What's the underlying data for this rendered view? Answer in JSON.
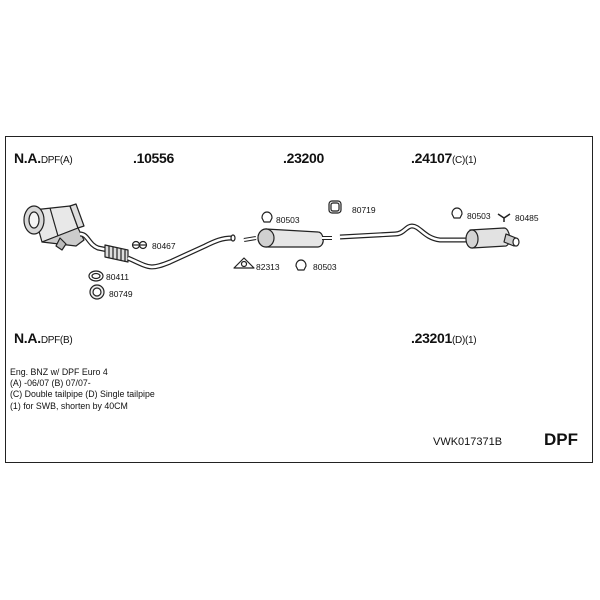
{
  "header": {
    "variant_a": {
      "code": "N.A.",
      "suffix": "DPF(A)"
    },
    "variant_b": {
      "code": "N.A.",
      "suffix": "DPF(B)"
    },
    "part_10556": ".10556",
    "part_23200": ".23200",
    "part_24107": {
      "code": ".24107",
      "suffix": "(C)(1)"
    },
    "part_23201": {
      "code": ".23201",
      "suffix": "(D)(1)"
    }
  },
  "labels": {
    "p80467": "80467",
    "p80411": "80411",
    "p80749": "80749",
    "p80503a": "80503",
    "p82313": "82313",
    "p80503b": "80503",
    "p80719": "80719",
    "p80503c": "80503",
    "p80485": "80485"
  },
  "notes": [
    "Eng. BNZ   w/ DPF   Euro 4",
    "(A) -06/07 (B) 07/07-",
    "(C) Double tailpipe (D) Single tailpipe",
    "(1) for SWB, shorten by 40CM"
  ],
  "footer": {
    "kit_code": "VWK017371B",
    "type_badge": "DPF"
  }
}
